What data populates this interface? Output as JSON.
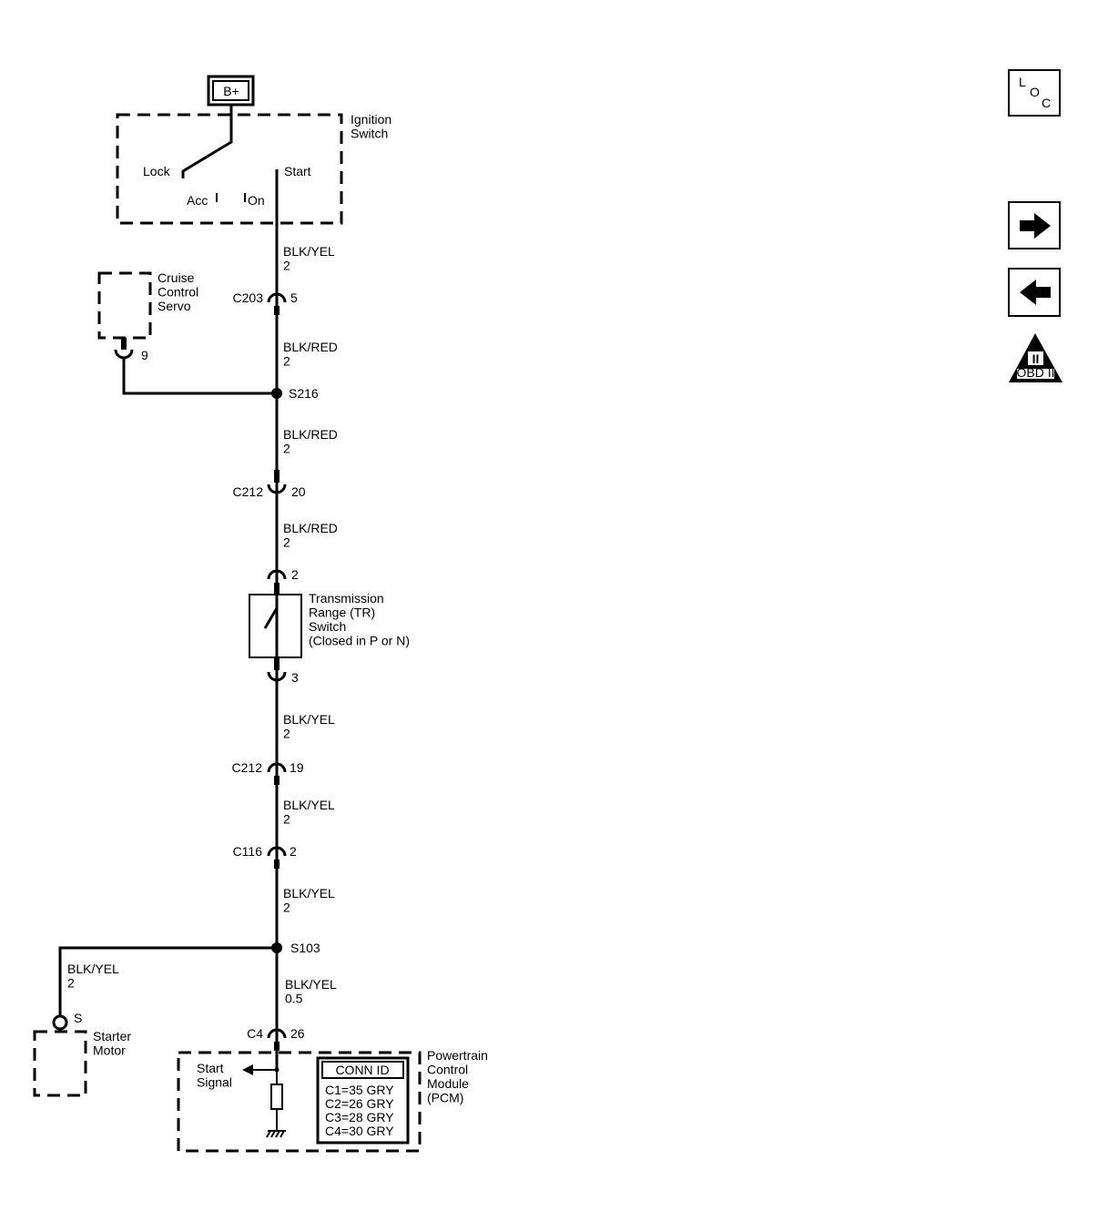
{
  "supply": {
    "label": "B+"
  },
  "ignition_switch": {
    "name": "Ignition\nSwitch",
    "positions": {
      "lock": "Lock",
      "acc": "Acc",
      "on": "On",
      "start": "Start"
    }
  },
  "wires": {
    "w1": {
      "color": "BLK/YEL",
      "gauge": "2"
    },
    "w2": {
      "color": "BLK/RED",
      "gauge": "2"
    },
    "w3": {
      "color": "BLK/RED",
      "gauge": "2"
    },
    "w4": {
      "color": "BLK/RED",
      "gauge": "2"
    },
    "w5": {
      "color": "BLK/YEL",
      "gauge": "2"
    },
    "w6": {
      "color": "BLK/YEL",
      "gauge": "2"
    },
    "w7": {
      "color": "BLK/YEL",
      "gauge": "2"
    },
    "w8": {
      "color": "BLK/YEL",
      "gauge": "0.5"
    },
    "w9": {
      "color": "BLK/YEL",
      "gauge": "2"
    }
  },
  "connectors": {
    "c203": {
      "id": "C203",
      "pin": "5"
    },
    "servo": {
      "pin": "9"
    },
    "c212a": {
      "id": "C212",
      "pin": "20"
    },
    "tr_top": {
      "pin": "2"
    },
    "tr_bot": {
      "pin": "3"
    },
    "c212b": {
      "id": "C212",
      "pin": "19"
    },
    "c116": {
      "id": "C116",
      "pin": "2"
    },
    "c4": {
      "id": "C4",
      "pin": "26"
    },
    "starter": {
      "pin": "S"
    }
  },
  "splices": {
    "s216": "S216",
    "s103": "S103"
  },
  "components": {
    "cruise_servo": "Cruise\nControl\nServo",
    "tr_switch": "Transmission\nRange (TR)\nSwitch\n(Closed in P or N)",
    "starter_motor": "Starter\nMotor",
    "pcm": "Powertrain\nControl\nModule\n(PCM)",
    "start_signal": "Start\nSignal"
  },
  "conn_id_table": {
    "header": "CONN ID",
    "rows": [
      "C1=35 GRY",
      "C2=26 GRY",
      "C3=28 GRY",
      "C4=30 GRY"
    ]
  },
  "nav": {
    "loc": {
      "l": "L",
      "o": "O",
      "c": "C"
    },
    "obd": {
      "mark": "II",
      "label": "OBD II"
    }
  }
}
